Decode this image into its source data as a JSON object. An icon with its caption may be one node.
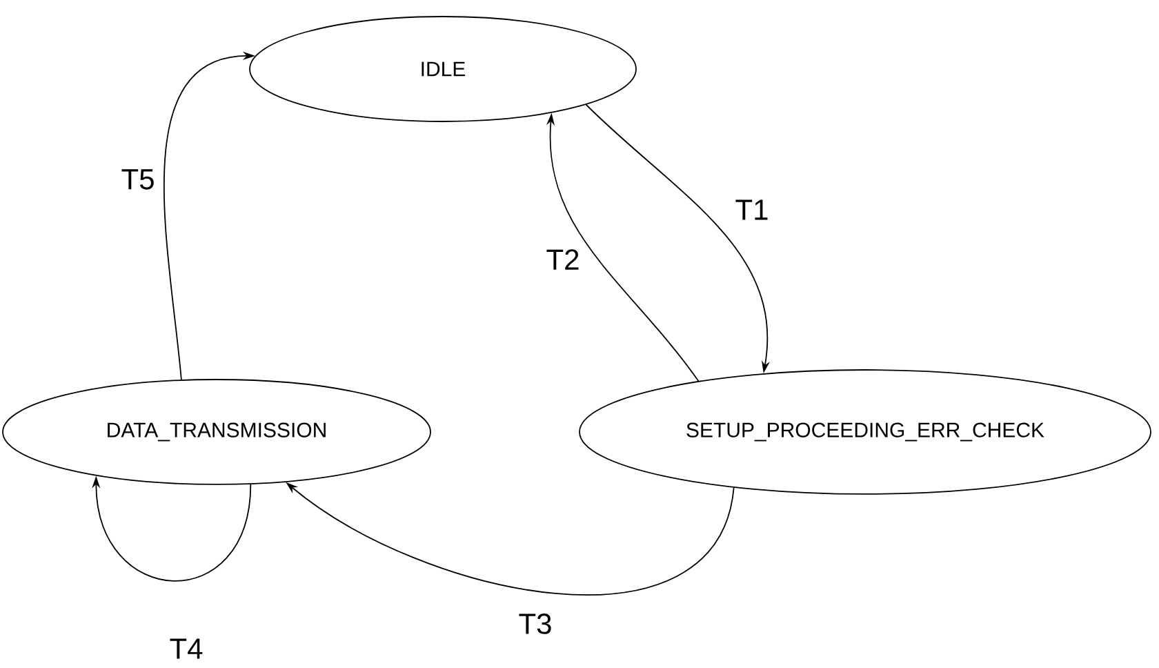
{
  "diagram": {
    "nodes": [
      {
        "text": [
          "IDLE"
        ]
      },
      {
        "text": [
          "DATA_TRANSMISSION"
        ]
      },
      {
        "text": [
          "SETUP_PROCEEDING_ERR_CHECK"
        ]
      }
    ],
    "edges": [
      {
        "from": 0,
        "to": 2,
        "arrow": "to",
        "label": "T1"
      },
      {
        "from": 2,
        "to": 0,
        "arrow": "to",
        "label": "T2"
      },
      {
        "from": 2,
        "to": 1,
        "arrow": "to",
        "label": "T3"
      },
      {
        "from": 1,
        "to": 1,
        "arrow": "to",
        "label": "T4"
      },
      {
        "from": 1,
        "to": 0,
        "arrow": "to",
        "label": "T5"
      }
    ]
  }
}
